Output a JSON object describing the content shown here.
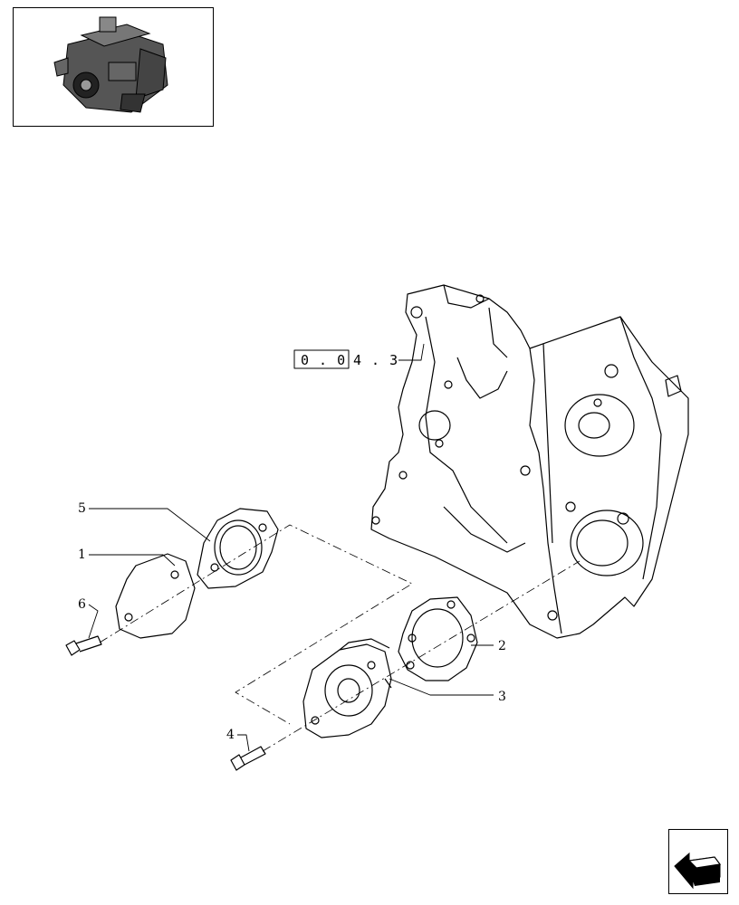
{
  "thumbnail": {
    "icon": "engine-thumbnail-icon"
  },
  "reference": {
    "boxed": "0 . 0",
    "rest": "4 . 3"
  },
  "callouts": {
    "c1": "1",
    "c2": "2",
    "c3": "3",
    "c4": "4",
    "c5": "5",
    "c6": "6"
  },
  "nav": {
    "icon": "next-page-arrow-icon"
  },
  "colors": {
    "line": "#000000",
    "background": "#ffffff"
  }
}
